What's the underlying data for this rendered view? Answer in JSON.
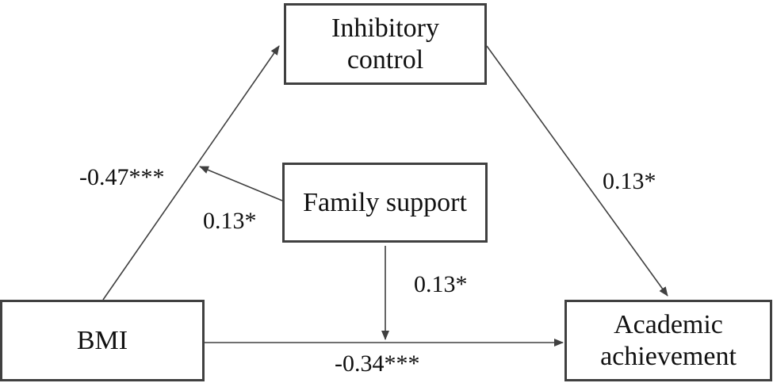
{
  "nodes": {
    "inhibitory_control": {
      "label": "Inhibitory\ncontrol"
    },
    "family_support": {
      "label": "Family support"
    },
    "bmi": {
      "label": "BMI"
    },
    "academic_achievement": {
      "label": "Academic\nachievement"
    }
  },
  "paths": {
    "bmi_to_inhibitory": {
      "coefficient": "-0.47***"
    },
    "inhibitory_to_academic": {
      "coefficient": "0.13*"
    },
    "family_to_bmi_inhibitory_path": {
      "coefficient": "0.13*"
    },
    "family_to_bmi_academic_path": {
      "coefficient": "0.13*"
    },
    "bmi_to_academic": {
      "coefficient": "-0.34***"
    }
  },
  "colors": {
    "line": "#404040",
    "text": "#111111",
    "background": "#ffffff"
  }
}
